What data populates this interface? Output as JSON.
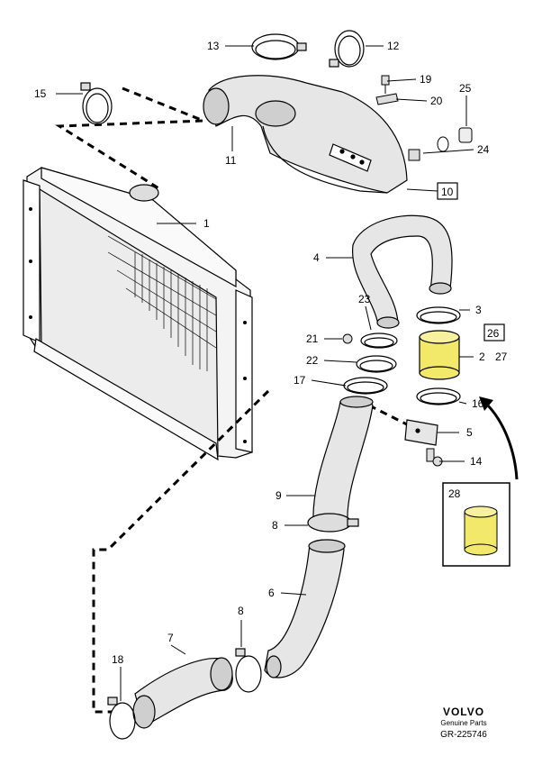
{
  "labels": {
    "p1": "1",
    "p2": "2",
    "p3": "3",
    "p4": "4",
    "p5": "5",
    "p6": "6",
    "p7": "7",
    "p8a": "8",
    "p8b": "8",
    "p9": "9",
    "p10": "10",
    "p11": "11",
    "p12": "12",
    "p13": "13",
    "p14": "14",
    "p15": "15",
    "p16": "16",
    "p17": "17",
    "p18": "18",
    "p19": "19",
    "p20": "20",
    "p21": "21",
    "p22": "22",
    "p23": "23",
    "p24": "24",
    "p25": "25",
    "p26": "26",
    "p27": "27",
    "p28": "28"
  },
  "brand": {
    "name": "VOLVO",
    "subtitle": "Genuine Parts",
    "ref": "GR-225746"
  },
  "colors": {
    "highlight": "#f2e86a",
    "line": "#000000",
    "hose": "#d8d8d8"
  }
}
